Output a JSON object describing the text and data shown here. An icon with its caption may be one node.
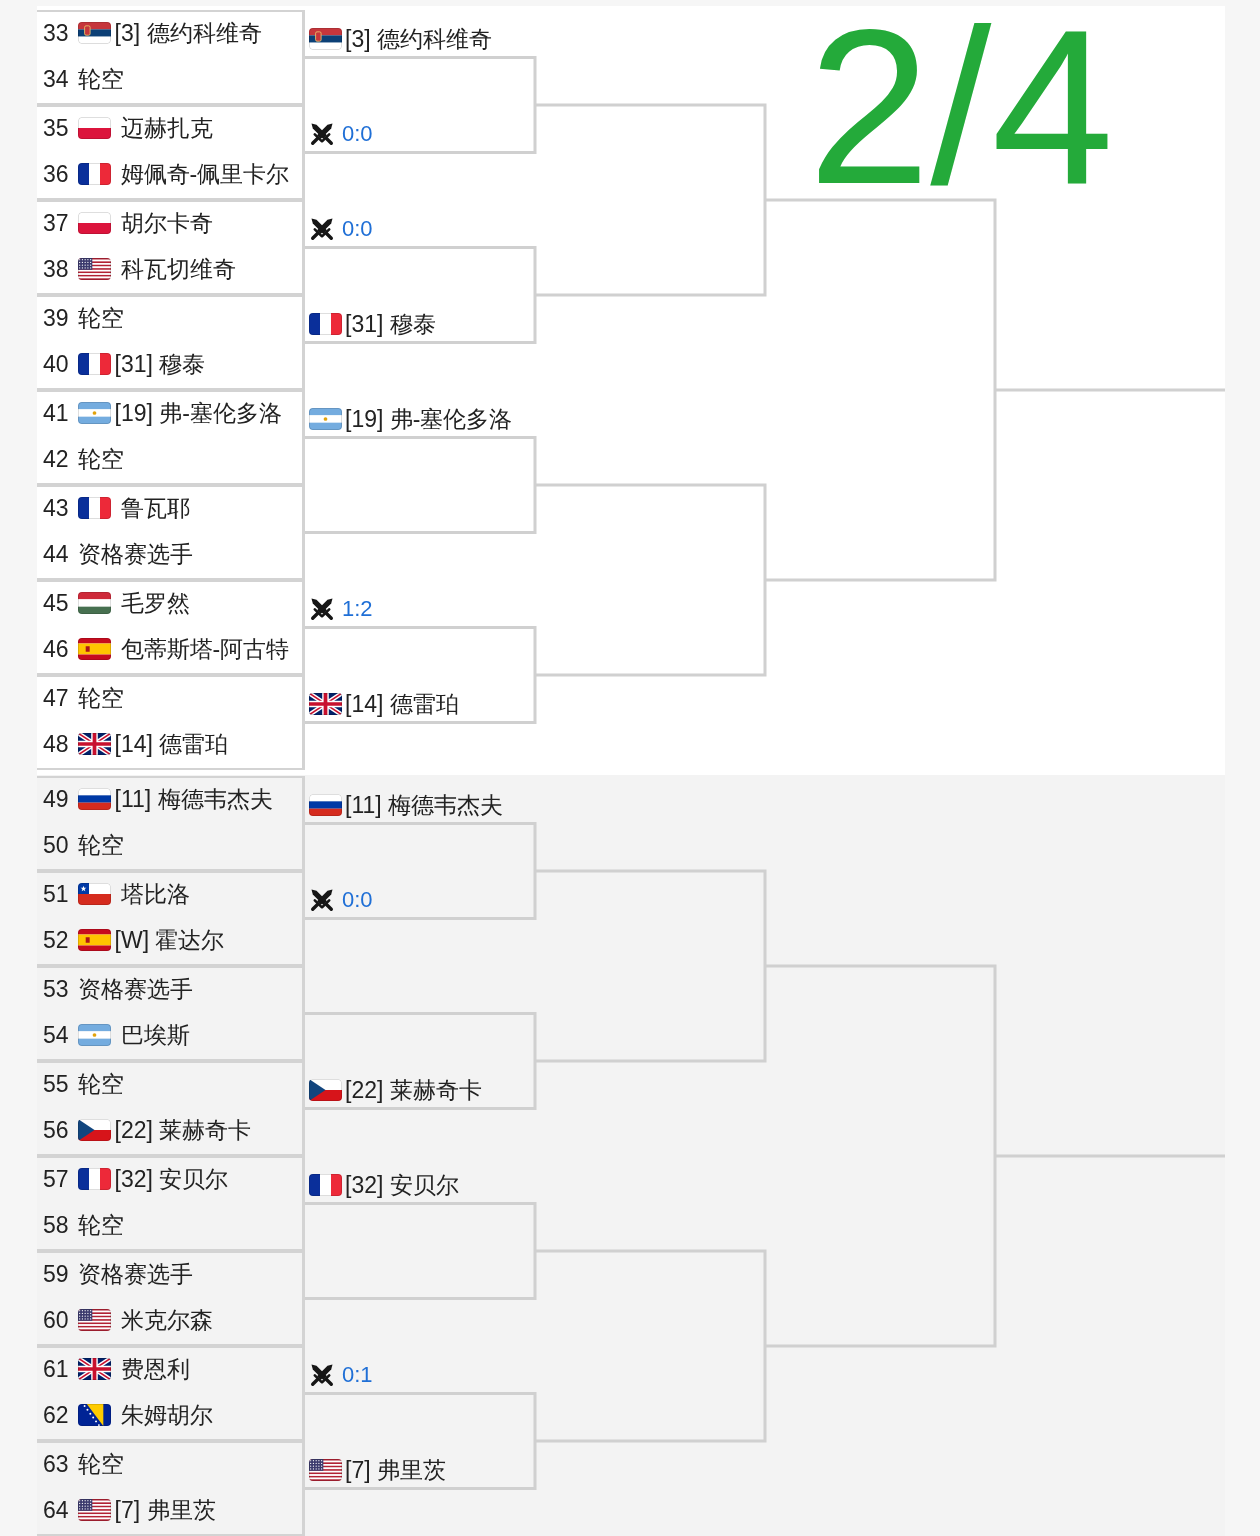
{
  "diagram": {
    "nodes": [
      {
        "text": [
          "33",
          "[3] 德约科维奇",
          "34",
          "轮空"
        ]
      },
      {
        "text": [
          "35",
          "迈赫扎克",
          "36",
          "姆佩奇-佩里卡尔"
        ]
      },
      {
        "text": [
          "37",
          "胡尔卡奇",
          "38",
          "科瓦切维奇"
        ]
      },
      {
        "text": [
          "39",
          "轮空",
          "40",
          "[31] 穆泰"
        ]
      },
      {
        "text": [
          "41",
          "[19] 弗-塞伦多洛",
          "42",
          "轮空"
        ]
      },
      {
        "text": [
          "43",
          "鲁瓦耶",
          "44",
          "资格赛选手"
        ]
      },
      {
        "text": [
          "45",
          "毛罗然",
          "46",
          "包蒂斯塔-阿古特"
        ]
      },
      {
        "text": [
          "47",
          "轮空",
          "48",
          "[14] 德雷珀"
        ]
      },
      {
        "text": [
          "49",
          "[11] 梅德韦杰夫",
          "50",
          "轮空"
        ]
      },
      {
        "text": [
          "51",
          "塔比洛",
          "52",
          "[W] 霍达尔"
        ]
      },
      {
        "text": [
          "53",
          "资格赛选手",
          "54",
          "巴埃斯"
        ]
      },
      {
        "text": [
          "55",
          "轮空",
          "56",
          "[22] 莱赫奇卡"
        ]
      },
      {
        "text": [
          "57",
          "[32] 安贝尔",
          "58",
          "轮空"
        ]
      },
      {
        "text": [
          "59",
          "资格赛选手",
          "60",
          "米克尔森"
        ]
      },
      {
        "text": [
          "61",
          "费恩利",
          "62",
          "朱姆胡尔"
        ]
      },
      {
        "text": [
          "63",
          "轮空",
          "64",
          "[7] 弗里茨"
        ]
      }
    ],
    "edges": [
      {
        "from": 0,
        "to": null,
        "arrow": "none",
        "label": "[3] 德约科维奇"
      },
      {
        "from": 1,
        "to": null,
        "arrow": "none",
        "label": "0:0"
      },
      {
        "from": 2,
        "to": null,
        "arrow": "none",
        "label": "0:0"
      },
      {
        "from": 3,
        "to": null,
        "arrow": "none",
        "label": "[31] 穆泰"
      },
      {
        "from": 4,
        "to": null,
        "arrow": "none",
        "label": "[19] 弗-塞伦多洛"
      },
      {
        "from": 5,
        "to": null,
        "arrow": "none"
      },
      {
        "from": 6,
        "to": null,
        "arrow": "none",
        "label": "1:2"
      },
      {
        "from": 7,
        "to": null,
        "arrow": "none",
        "label": "[14] 德雷珀"
      },
      {
        "from": 8,
        "to": null,
        "arrow": "none",
        "label": "[11] 梅德韦杰夫"
      },
      {
        "from": 9,
        "to": null,
        "arrow": "none",
        "label": "0:0"
      },
      {
        "from": 10,
        "to": null,
        "arrow": "none"
      },
      {
        "from": 11,
        "to": null,
        "arrow": "none",
        "label": "[22] 莱赫奇卡"
      },
      {
        "from": 12,
        "to": null,
        "arrow": "none",
        "label": "[32] 安贝尔"
      },
      {
        "from": 13,
        "to": null,
        "arrow": "none"
      },
      {
        "from": 14,
        "to": null,
        "arrow": "none",
        "label": "0:1"
      },
      {
        "from": 15,
        "to": null,
        "arrow": "none",
        "label": "[7] 弗里茨"
      }
    ],
    "labels": [
      "2/4"
    ]
  }
}
